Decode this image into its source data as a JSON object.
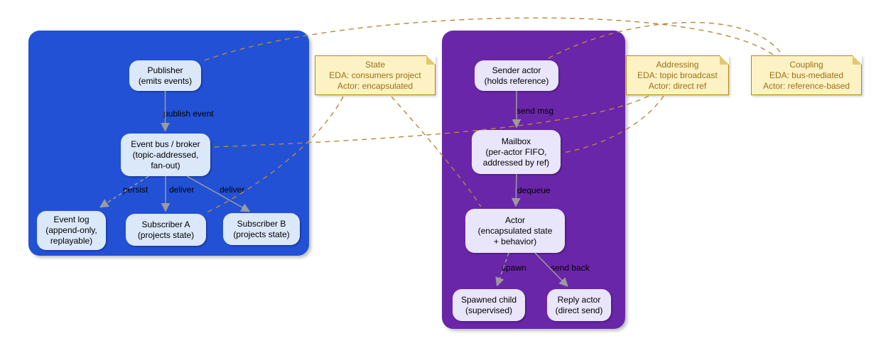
{
  "colors": {
    "eda_container": "#2251d6",
    "actor_container": "#6a26a9",
    "eda_node_fill": "#dbe8fa",
    "actor_node_fill": "#e9e5fb",
    "note_fill": "#fdf2c4",
    "note_border": "#b8860b",
    "note_text": "#9c6f16",
    "note_edge": "#b8873c",
    "edge": "#9b9b9b"
  },
  "nodes": {
    "publisher": {
      "lines": [
        "Publisher",
        "(emits events)"
      ]
    },
    "event_bus": {
      "lines": [
        "Event bus / broker",
        "(topic-addressed,",
        "fan-out)"
      ]
    },
    "event_log": {
      "lines": [
        "Event log",
        "(append-only,",
        "replayable)"
      ]
    },
    "subscriber_a": {
      "lines": [
        "Subscriber A",
        "(projects state)"
      ]
    },
    "subscriber_b": {
      "lines": [
        "Subscriber B",
        "(projects state)"
      ]
    },
    "sender_actor": {
      "lines": [
        "Sender actor",
        "(holds reference)"
      ]
    },
    "mailbox": {
      "lines": [
        "Mailbox",
        "(per-actor FIFO,",
        "addressed by ref)"
      ]
    },
    "actor": {
      "lines": [
        "Actor",
        "(encapsulated state",
        "+ behavior)"
      ]
    },
    "spawned_child": {
      "lines": [
        "Spawned child",
        "(supervised)"
      ]
    },
    "reply_actor": {
      "lines": [
        "Reply actor",
        "(direct send)"
      ]
    }
  },
  "notes": {
    "state": {
      "lines": [
        "State",
        "EDA: consumers project",
        "Actor: encapsulated"
      ]
    },
    "addressing": {
      "lines": [
        "Addressing",
        "EDA: topic broadcast",
        "Actor: direct ref"
      ]
    },
    "coupling": {
      "lines": [
        "Coupling",
        "EDA: bus-mediated",
        "Actor: reference-based"
      ]
    }
  },
  "edges": {
    "publish_event": {
      "label": "publish event"
    },
    "persist": {
      "label": "persist"
    },
    "deliver_a": {
      "label": "deliver"
    },
    "deliver_b": {
      "label": "deliver"
    },
    "send_msg": {
      "label": "send msg"
    },
    "dequeue": {
      "label": "dequeue"
    },
    "spawn": {
      "label": "spawn"
    },
    "send_back": {
      "label": "send back"
    }
  }
}
